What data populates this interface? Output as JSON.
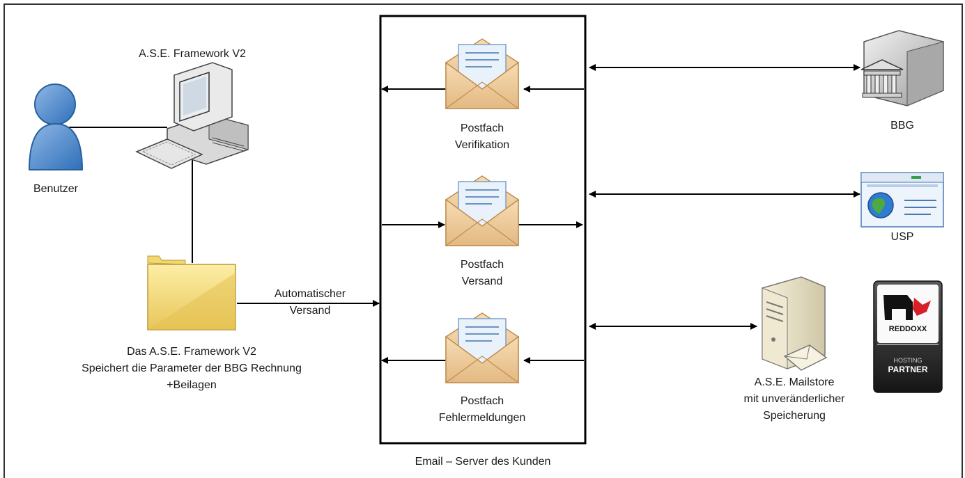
{
  "diagram": {
    "user_label": "Benutzer",
    "framework_label": "A.S.E. Framework V2",
    "folder_caption": {
      "line1": "Das A.S.E. Framework V2",
      "line2": "Speichert die Parameter der BBG Rechnung",
      "line3": "+Beilagen"
    },
    "auto_send": {
      "line1": "Automatischer",
      "line2": "Versand"
    },
    "mailboxes": [
      {
        "line1": "Postfach",
        "line2": "Verifikation"
      },
      {
        "line1": "Postfach",
        "line2": "Versand"
      },
      {
        "line1": "Postfach",
        "line2": "Fehlermeldungen"
      }
    ],
    "server_label": "Email – Server des Kunden",
    "bbg_label": "BBG",
    "usp_label": "USP",
    "mailstore": {
      "line1": "A.S.E. Mailstore",
      "line2": "mit unveränderlicher",
      "line3": "Speicherung"
    },
    "badge": {
      "brand": "REDDOXX",
      "line1": "HOSTING",
      "line2": "PARTNER"
    }
  }
}
